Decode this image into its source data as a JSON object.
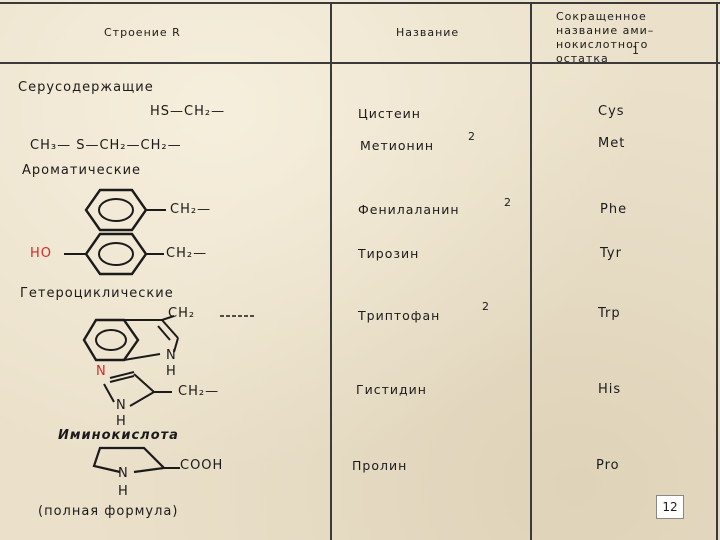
{
  "header": {
    "structure_col": "Строение   R",
    "name_col": "Название",
    "abbr_col_lines": [
      "Сокращенное",
      "название  ами–",
      "нокислотного",
      "остатка"
    ],
    "abbr_col_sup": "1"
  },
  "sections": {
    "sulfur": "Серусодержащие",
    "aromatic": "Ароматические",
    "heterocyclic": "Гетероциклические",
    "imino": "Иминокислота",
    "full_formula_note": "(полная формула)"
  },
  "formulas": {
    "cys": "HS—CH₂—",
    "met": "CH₃— S—CH₂—CH₂—",
    "phe_tail": "CH₂—",
    "tyr_ho": "HO",
    "tyr_tail": "CH₂—",
    "trp_tail": "CH₂",
    "trp_n": "N",
    "trp_h": "H",
    "his_n_top": "N",
    "his_n": "N",
    "his_h": "H",
    "his_tail": "CH₂—",
    "pro_n": "N",
    "pro_h": "H",
    "pro_cooh": "COOH"
  },
  "rows": [
    {
      "name": "Цистеин",
      "sup": "",
      "abbr": "Cys"
    },
    {
      "name": "Метионин",
      "sup": "2",
      "abbr": "Met"
    },
    {
      "name": "Фенилаланин",
      "sup": "2",
      "abbr": "Phe"
    },
    {
      "name": "Тирозин",
      "sup": "",
      "abbr": "Tyr"
    },
    {
      "name": "Триптофан",
      "sup": "2",
      "abbr": "Trp"
    },
    {
      "name": "Гистидин",
      "sup": "",
      "abbr": "His"
    },
    {
      "name": "Пролин",
      "sup": "",
      "abbr": "Pro"
    }
  ],
  "page_number": "12"
}
